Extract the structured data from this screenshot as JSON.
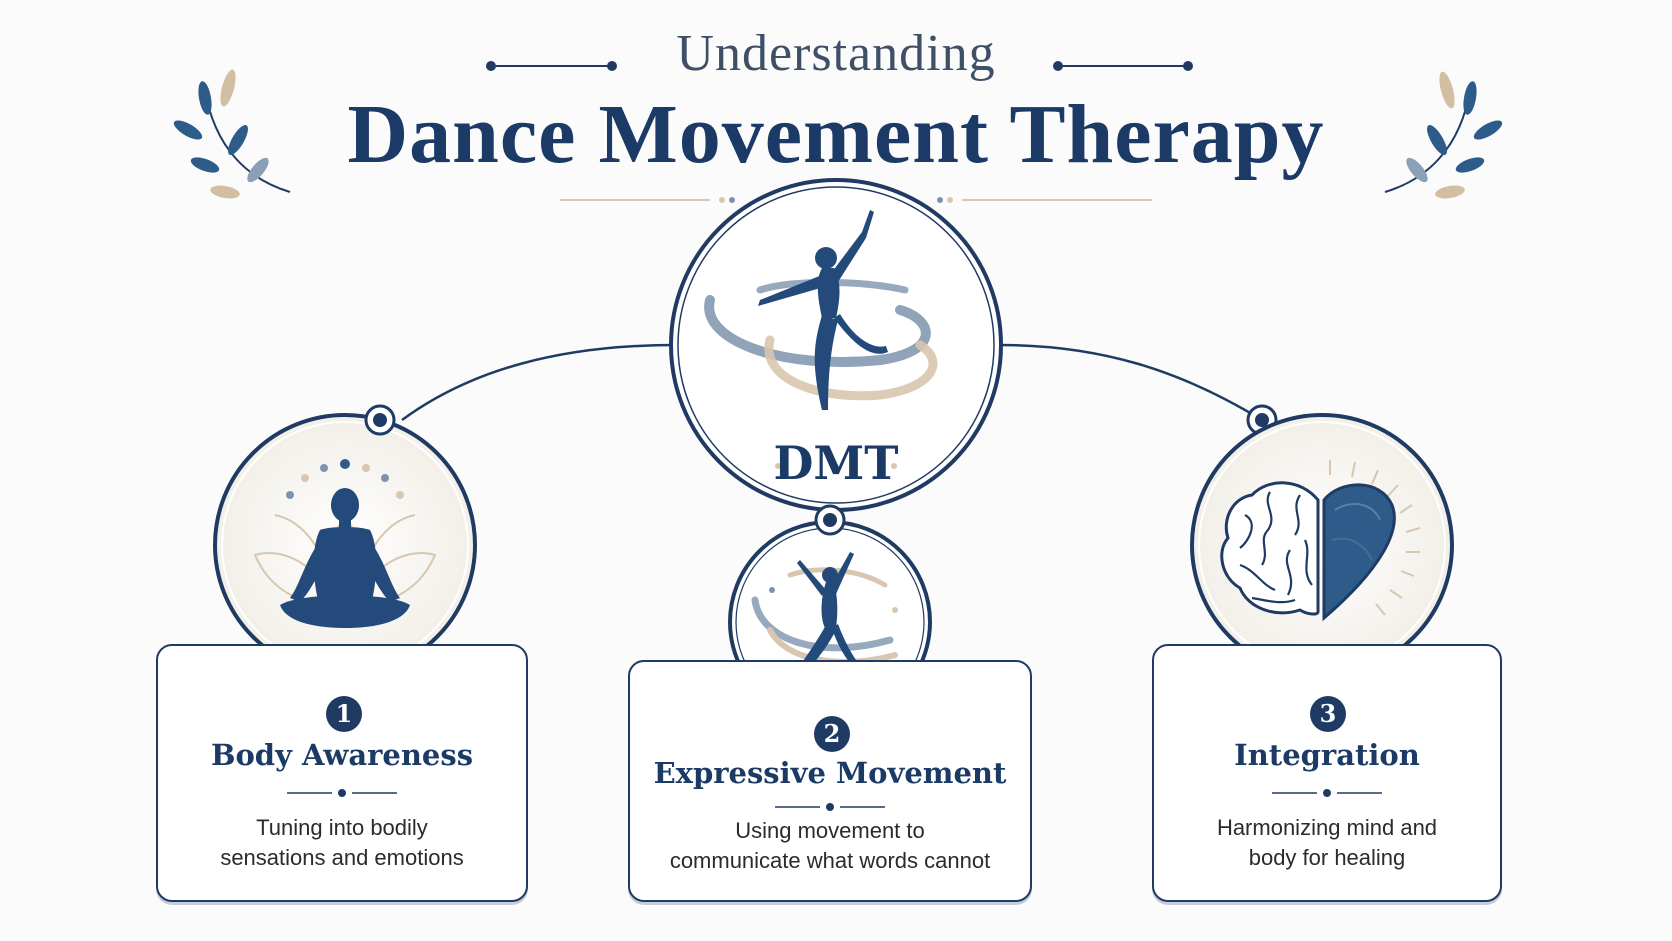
{
  "header": {
    "subtitle": "Understanding",
    "title": "Dance Movement Therapy"
  },
  "center": {
    "label": "DMT",
    "icon": "ballet-dancer-icon"
  },
  "cards": [
    {
      "number": "1",
      "title": "Body Awareness",
      "line1": "Tuning into bodily",
      "line2": "sensations and emotions",
      "icon": "meditation-lotus-icon"
    },
    {
      "number": "2",
      "title": "Expressive Movement",
      "line1": "Using movement to",
      "line2": "communicate what words cannot",
      "icon": "leaping-dancer-icon"
    },
    {
      "number": "3",
      "title": "Integration",
      "line1": "Harmonizing mind and",
      "line2": "body for healing",
      "icon": "brain-heart-icon"
    }
  ],
  "colors": {
    "navy": "#1f3b64",
    "beige": "#d8c7ae",
    "slate": "#7d93ad",
    "background": "#fbfbfb"
  }
}
